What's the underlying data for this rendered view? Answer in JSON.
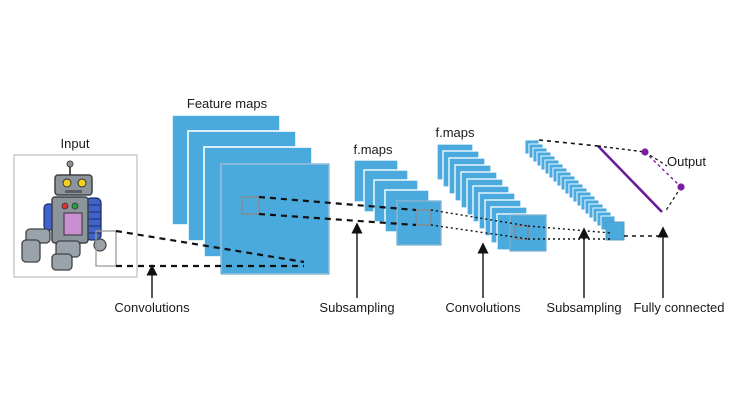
{
  "labels": {
    "input": "Input",
    "feature_maps": "Feature maps",
    "fmaps_1": "f.maps",
    "fmaps_2": "f.maps",
    "output": "Output"
  },
  "stages": {
    "convolutions_1": "Convolutions",
    "subsampling_1": "Subsampling",
    "convolutions_2": "Convolutions",
    "subsampling_2": "Subsampling",
    "fully_connected": "Fully connected"
  },
  "colors": {
    "map_fill": "#4aa9dd",
    "map_stroke": "#ffffff",
    "map_outline": "#2f7fb3",
    "connection_line": "#6a1b9a",
    "output_node": "#7b1fa2",
    "robot_gray": "#8c959c",
    "robot_blue": "#3f63c9",
    "robot_panel": "#c98fd0"
  },
  "icons": {
    "input_image": "robot-icon"
  }
}
